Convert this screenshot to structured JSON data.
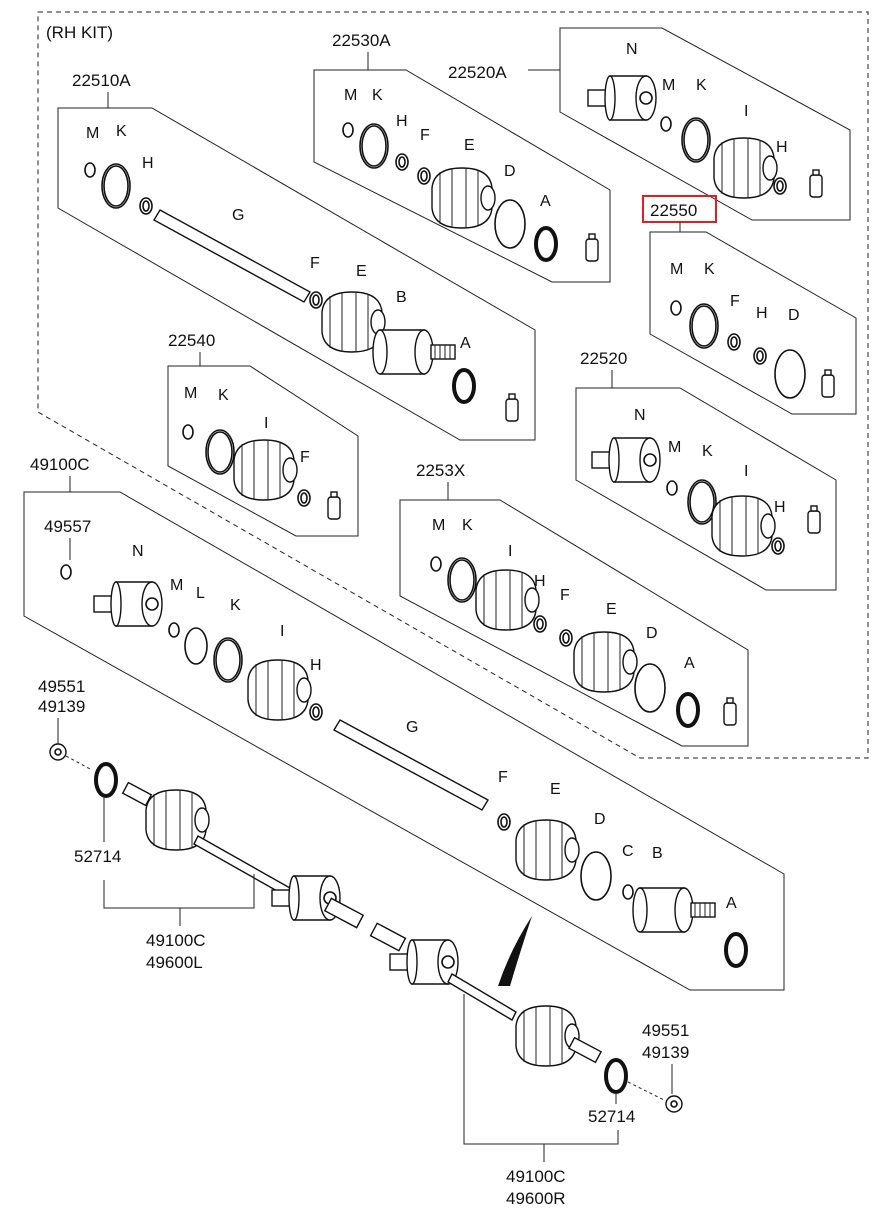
{
  "kit_label": "(RH KIT)",
  "groups": {
    "g22510A": {
      "code": "22510A",
      "letters": [
        "M",
        "K",
        "H",
        "G",
        "F",
        "E",
        "B",
        "A"
      ]
    },
    "g22530A": {
      "code": "22530A",
      "letters": [
        "M",
        "K",
        "H",
        "F",
        "E",
        "D",
        "A"
      ]
    },
    "g22520A": {
      "code": "22520A",
      "letters": [
        "N",
        "M",
        "K",
        "I",
        "H"
      ]
    },
    "g22550": {
      "code": "22550",
      "letters": [
        "M",
        "K",
        "F",
        "H",
        "D"
      ],
      "highlight_color": "#e02020"
    },
    "g22540": {
      "code": "22540",
      "letters": [
        "M",
        "K",
        "I",
        "F"
      ]
    },
    "g22520": {
      "code": "22520",
      "letters": [
        "N",
        "M",
        "K",
        "I",
        "H"
      ]
    },
    "g2253X": {
      "code": "2253X",
      "letters": [
        "M",
        "K",
        "I",
        "H",
        "F",
        "E",
        "D",
        "A"
      ]
    },
    "g49100C": {
      "code": "49100C",
      "letters": [
        "N",
        "M",
        "L",
        "K",
        "I",
        "H",
        "G",
        "F",
        "E",
        "D",
        "C",
        "B",
        "A"
      ]
    }
  },
  "callouts": {
    "c49557": "49557",
    "left_nut": {
      "line1": "49551",
      "line2": "49139"
    },
    "left_ring": "52714",
    "left_shaft": {
      "line1": "49100C",
      "line2": "49600L"
    },
    "right_nut": {
      "line1": "49551",
      "line2": "49139"
    },
    "right_ring": "52714",
    "right_shaft": {
      "line1": "49100C",
      "line2": "49600R"
    }
  }
}
